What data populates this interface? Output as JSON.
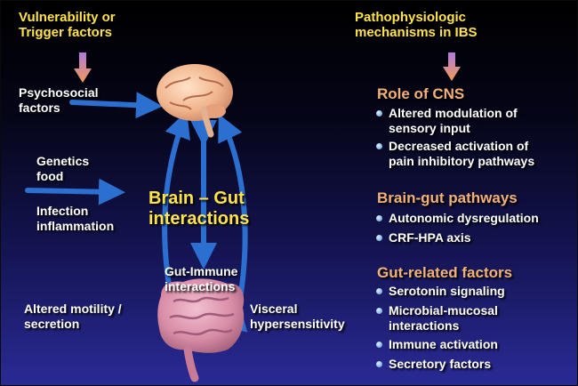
{
  "left": {
    "vulnerability_title": [
      "Vulnerability or",
      "Trigger factors"
    ],
    "psychosocial": [
      "Psychosocial",
      "factors"
    ],
    "genetics": [
      "Genetics",
      "food"
    ],
    "infection": [
      "Infection",
      "inflammation"
    ],
    "motility": [
      "Altered motility /",
      "secretion"
    ]
  },
  "center": {
    "brain_gut": [
      "Brain – Gut",
      "interactions"
    ],
    "gut_immune": [
      "Gut-Immune",
      "interactions"
    ],
    "visceral": [
      "Visceral",
      "hypersensitivity"
    ]
  },
  "right": {
    "patho_title": [
      "Pathophysiologic",
      "mechanisms in IBS"
    ],
    "sections": [
      {
        "heading": "Role of CNS",
        "items": [
          [
            "Altered modulation of",
            "sensory input"
          ],
          [
            "Decreased activation of",
            "pain inhibitory pathways"
          ]
        ]
      },
      {
        "heading": "Brain-gut pathways",
        "items": [
          [
            "Autonomic dysregulation"
          ],
          [
            "CRF-HPA axis"
          ]
        ]
      },
      {
        "heading": "Gut-related factors",
        "items": [
          [
            "Serotonin signaling"
          ],
          [
            "Microbial-mucosal",
            "interactions"
          ],
          [
            "Immune activation"
          ],
          [
            "Secretory factors"
          ]
        ]
      }
    ]
  },
  "colors": {
    "title_yellow": "#ffe34a",
    "heading_peach": "#f3b17a",
    "arrow_blue": "#2b6fd0",
    "down_arrow": "#b07adf"
  }
}
